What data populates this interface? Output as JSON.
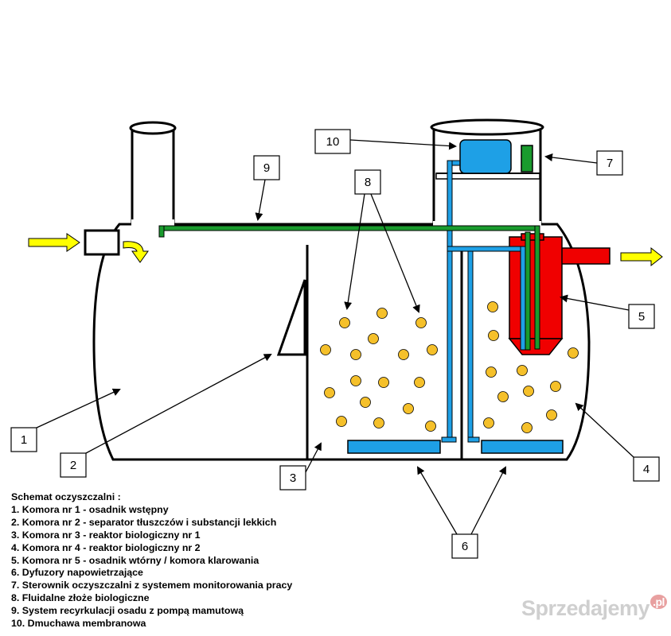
{
  "labels": [
    "1",
    "2",
    "3",
    "4",
    "5",
    "6",
    "7",
    "8",
    "9",
    "10"
  ],
  "legend": {
    "title": "Schemat oczyszczalni :",
    "items": [
      "1. Komora nr 1 - osadnik wstępny",
      "2. Komora nr 2 - separator tłuszczów i substancji lekkich",
      "3. Komora nr 3 - reaktor biologiczny nr 1",
      "4. Komora nr 4 - reaktor biologiczny nr 2",
      "5. Komora nr 5 - osadnik wtórny / komora klarowania",
      "6. Dyfuzory napowietrzające",
      "7. Sterownik oczyszczalni z systemem monitorowania pracy",
      "8. Fluidalne złoże biologiczne",
      "9. System recyrkulacji osadu z pompą mamutową",
      "10. Dmuchawa membranowa"
    ]
  },
  "watermark": {
    "text": "Sprzedajemy",
    "suffix": ".pl"
  },
  "colors": {
    "blue": "#1ea0e6",
    "green": "#1a9b2e",
    "red": "#f00000",
    "bead": "#f5c02a",
    "arrow": "#ffff00"
  }
}
